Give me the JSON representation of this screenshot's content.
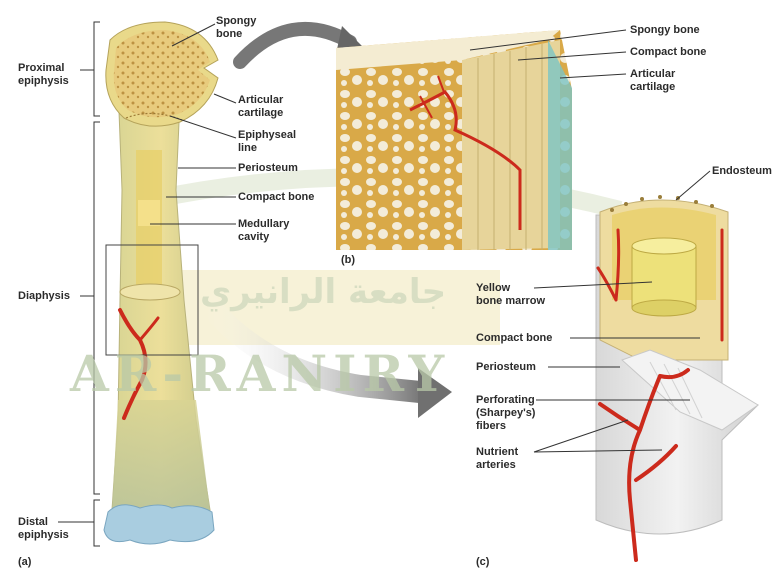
{
  "panel_labels": {
    "a": "(a)",
    "b": "(b)",
    "c": "(c)"
  },
  "left_labels": {
    "proximal_epiphysis": [
      "Proximal",
      "epiphysis"
    ],
    "diaphysis": "Diaphysis",
    "distal_epiphysis": [
      "Distal",
      "epiphysis"
    ]
  },
  "bone_labels": {
    "spongy_bone": [
      "Spongy",
      "bone"
    ],
    "articular_cartilage": [
      "Articular",
      "cartilage"
    ],
    "epiphyseal_line": [
      "Epiphyseal",
      "line"
    ],
    "periosteum": "Periosteum",
    "compact_bone": "Compact bone",
    "medullary_cavity": [
      "Medullary",
      "cavity"
    ]
  },
  "detail_b_labels": {
    "spongy_bone": "Spongy bone",
    "compact_bone": "Compact bone",
    "articular_cartilage": [
      "Articular",
      "cartilage"
    ]
  },
  "detail_c_labels": {
    "endosteum": "Endosteum",
    "yellow_bone_marrow": [
      "Yellow",
      "bone marrow"
    ],
    "compact_bone": "Compact bone",
    "periosteum": "Periosteum",
    "perforating_fibers": [
      "Perforating",
      "(Sharpey's)",
      "fibers"
    ],
    "nutrient_arteries": [
      "Nutrient",
      "arteries"
    ]
  },
  "watermark": {
    "latin": "AR-RANIRY",
    "arabic": "جامعة الرانيري"
  },
  "colors": {
    "bone_outer": "#e9d98a",
    "bone_shaft": "#d9d08c",
    "spongy": "#e6c77a",
    "cartilage": "#a9cde0",
    "artery": "#cc2a1c",
    "marrow": "#e8dc72",
    "periosteum_sheet": "#e6e6e6",
    "arrow": "#8a8a8a",
    "watermark": "#b9c9a8"
  }
}
